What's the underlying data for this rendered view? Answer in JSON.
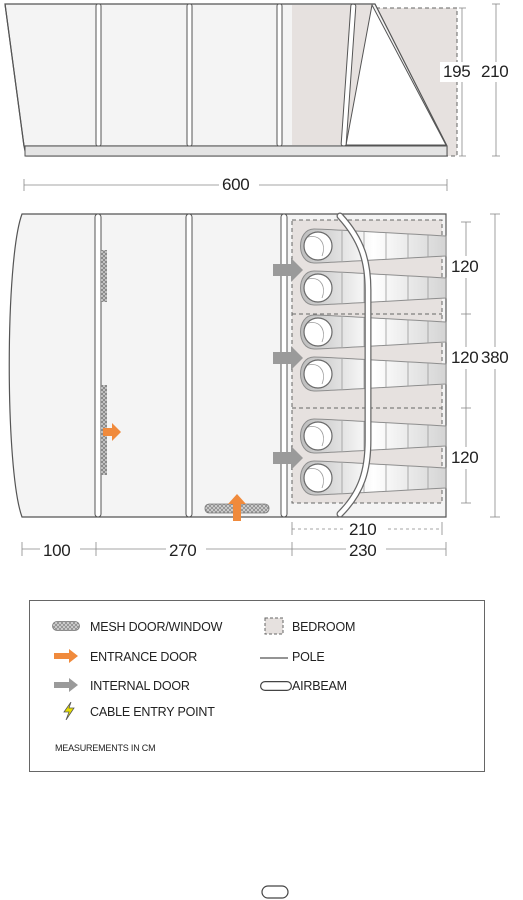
{
  "side_view": {
    "height_inner": "195",
    "height_outer": "210",
    "length": "600"
  },
  "floor_plan": {
    "depth_total": "380",
    "bedroom_widths": [
      "120",
      "120",
      "120"
    ],
    "bedroom_length": "210",
    "sections": [
      "100",
      "270",
      "230"
    ]
  },
  "legend": {
    "mesh": "MESH DOOR/WINDOW",
    "entrance": "ENTRANCE DOOR",
    "internal": "INTERNAL DOOR",
    "cable": "CABLE ENTRY POINT",
    "bedroom": "BEDROOM",
    "pole": "POLE",
    "airbeam": "AIRBEAM",
    "note": "MEASUREMENTS IN CM"
  },
  "colors": {
    "outline": "#555555",
    "bedroom_fill": "#e6e1df",
    "entrance_arrow": "#f08a3c",
    "internal_arrow": "#9a9a9a"
  },
  "icons": [
    "mesh-swatch-icon",
    "orange-arrow-icon",
    "grey-arrow-icon",
    "lightning-icon",
    "bedroom-swatch-icon",
    "pole-line-icon",
    "airbeam-icon",
    "sleeping-bag-icon"
  ]
}
